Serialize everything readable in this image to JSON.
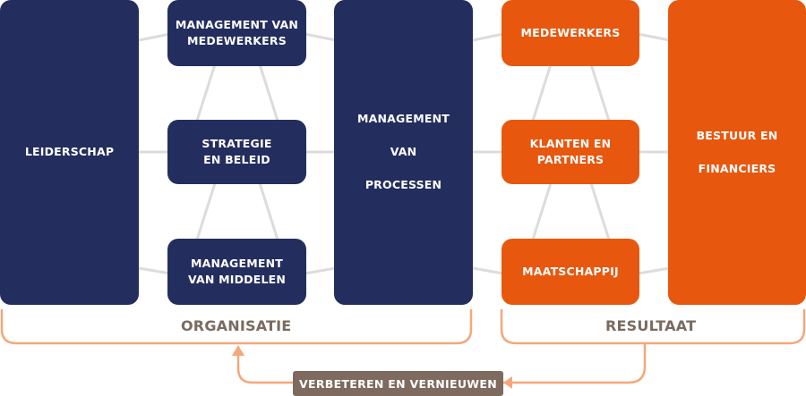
{
  "colors": {
    "navy": "#232d5e",
    "orange": "#e8570e",
    "bracket": "#f4a77a",
    "label": "#7a6a5f"
  },
  "boxes": {
    "leiderschap": "LEIDERSCHAP",
    "mgmt_medewerkers": "MANAGEMENT VAN MEDEWERKERS",
    "strategie": "STRATEGIE EN BELEID",
    "mgmt_middelen": "MANAGEMENT VAN MIDDELEN",
    "mgmt_processen": "MANAGEMENT VAN PROCESSEN",
    "medewerkers": "MEDEWERKERS",
    "klanten": "KLANTEN EN PARTNERS",
    "maatschappij": "MAATSCHAPPIJ",
    "bestuur": "BESTUUR EN FINANCIERS"
  },
  "sections": {
    "organisatie": "ORGANISATIE",
    "resultaat": "RESULTAAT"
  },
  "improve_label": "VERBETEREN EN VERNIEUWEN"
}
